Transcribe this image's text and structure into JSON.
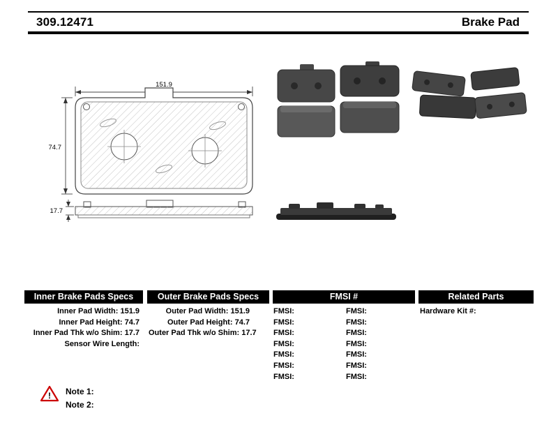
{
  "header": {
    "part_number": "309.12471",
    "product_name": "Brake Pad"
  },
  "diagram": {
    "width_dim": "151.9",
    "height_dim": "74.7",
    "thickness_dim": "17.7"
  },
  "tables": {
    "inner": {
      "title": "Inner Brake Pads Specs",
      "rows": [
        {
          "label": "Inner Pad Width:",
          "value": "151.9"
        },
        {
          "label": "Inner Pad Height:",
          "value": "74.7"
        },
        {
          "label": "Inner Pad Thk w/o Shim:",
          "value": "17.7"
        },
        {
          "label": "Sensor Wire Length:",
          "value": ""
        }
      ]
    },
    "outer": {
      "title": "Outer Brake Pads Specs",
      "rows": [
        {
          "label": "Outer Pad Width:",
          "value": "151.9"
        },
        {
          "label": "Outer Pad Height:",
          "value": "74.7"
        },
        {
          "label": "Outer Pad Thk w/o Shim:",
          "value": "17.7"
        }
      ]
    },
    "fmsi": {
      "title": "FMSI #",
      "left_column": [
        "FMSI:",
        "FMSI:",
        "FMSI:",
        "FMSI:",
        "FMSI:",
        "FMSI:",
        "FMSI:"
      ],
      "right_column": [
        "FMSI:",
        "FMSI:",
        "FMSI:",
        "FMSI:",
        "FMSI:",
        "FMSI:",
        "FMSI:"
      ]
    },
    "related": {
      "title": "Related Parts",
      "rows": [
        {
          "label": "Hardware Kit #:",
          "value": ""
        }
      ]
    }
  },
  "notes": {
    "note1_label": "Note 1:",
    "note2_label": "Note 2:"
  },
  "colors": {
    "warning_red": "#cc0000",
    "header_bar": "#000000"
  }
}
